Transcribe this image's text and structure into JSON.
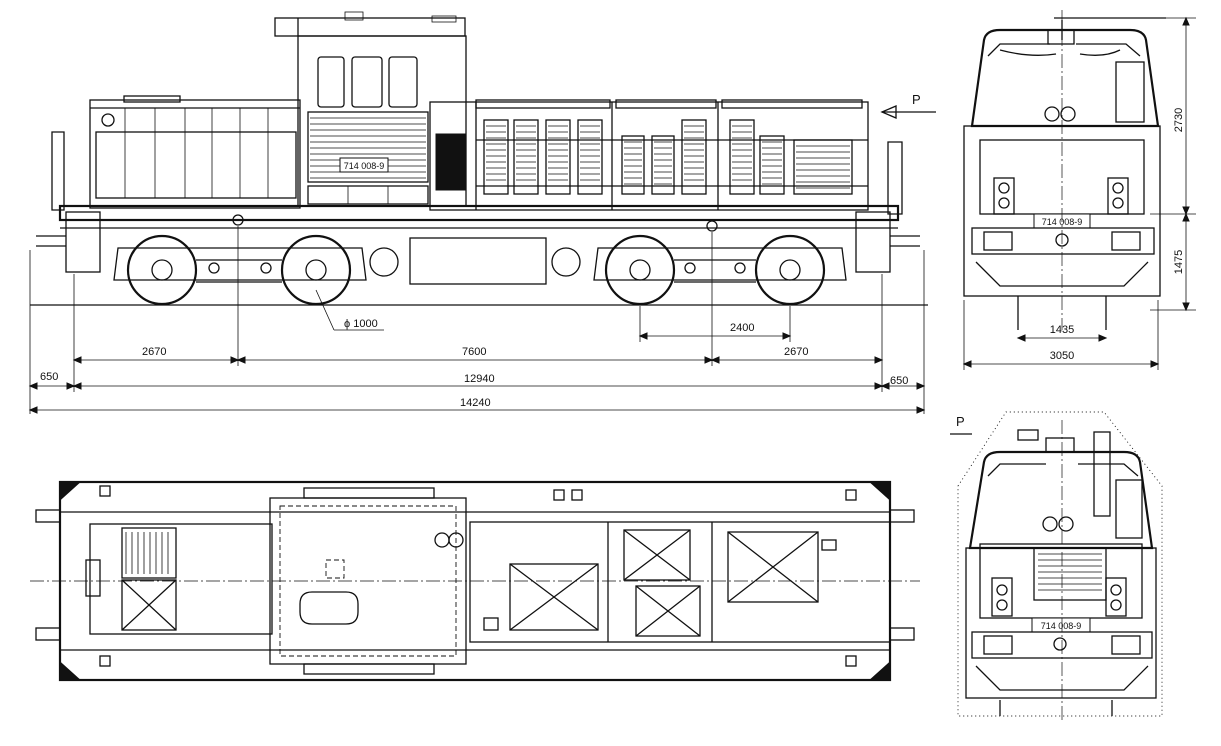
{
  "side_view": {
    "number_plate": "714 008-9",
    "view_arrow_label": "P",
    "dimensions": {
      "wheel_diameter": "ϕ 1000",
      "bogie_wheelbase": "2400",
      "bogie_to_end_left": "2670",
      "bogie_centres": "7600",
      "bogie_to_end_right": "2670",
      "buffer_left": "650",
      "length_over_frame": "12940",
      "buffer_right": "650",
      "length_over_buffers": "14240"
    }
  },
  "front_view": {
    "number_plate": "714 008-9",
    "dimensions": {
      "upper_height": "2730",
      "lower_height": "1475",
      "track_gauge": "1435",
      "width": "3050"
    }
  },
  "rear_view": {
    "number_plate": "714 008-9",
    "section_label": "P"
  }
}
